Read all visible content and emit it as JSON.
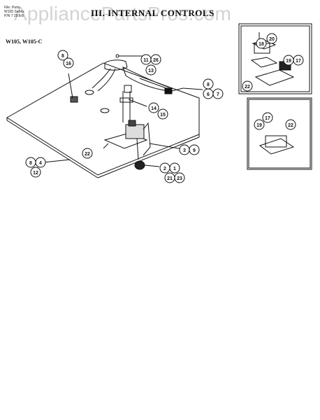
{
  "header": {
    "file_meta_lines": [
      "File: Parts",
      "W105 Series",
      "P/N 7 25 5 0"
    ],
    "title": "III. INTERNAL CONTROLS",
    "watermark": "AppliancePartsPros.com",
    "model": "W105, W105-C"
  },
  "callouts": {
    "c8a": "8",
    "c16": "16",
    "c11": "11",
    "c26": "26",
    "c13": "13",
    "c8b": "8",
    "c6": "6",
    "c7": "7",
    "c14": "14",
    "c15": "15",
    "c3": "3",
    "c9": "9",
    "c22a": "22",
    "c8c": "8",
    "c4": "4",
    "c12": "12",
    "c2": "2",
    "c1": "1",
    "c21": "21",
    "c23": "23",
    "i20": "20",
    "i18": "18",
    "i19a": "19",
    "i17a": "17",
    "i22b": "22",
    "i17b": "17",
    "i19b": "19",
    "i22c": "22"
  },
  "colors": {
    "ink": "#111111",
    "watermark": "#7a7a7a"
  }
}
